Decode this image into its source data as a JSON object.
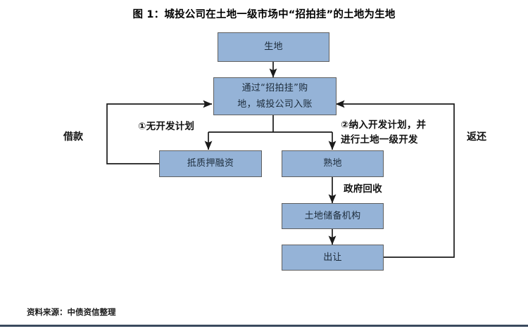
{
  "figure": {
    "title": "图 1：城投公司在土地一级市场中“招拍挂”的土地为生地",
    "source_note": "资料来源：中债资信整理",
    "box_fill": "#95b3d7",
    "box_border": "#5f5f5f",
    "line_color": "#1a1a1a"
  },
  "nodes": {
    "raw_land": "生地",
    "acquire_line1": "通过“招拍挂”购",
    "acquire_line2": "地，城投公司入账",
    "pledge_financing": "抵质押融资",
    "developed_land": "熟地",
    "land_reserve_agency": "土地储备机构",
    "transfer": "出让"
  },
  "edge_labels": {
    "branch_one": "①无开发计划",
    "branch_two_line1": "②纳入开发计划，并",
    "branch_two_line2": "进行土地一级开发",
    "government_recovery": "政府回收",
    "borrow": "借款",
    "repay": "返还"
  },
  "flow": {
    "type": "flowchart",
    "direction": "top-down",
    "edges": [
      {
        "from": "生地",
        "to": "通过“招拍挂”购地，城投公司入账",
        "label": ""
      },
      {
        "from": "通过“招拍挂”购地，城投公司入账",
        "to": "抵质押融资",
        "label": "①无开发计划"
      },
      {
        "from": "通过“招拍挂”购地，城投公司入账",
        "to": "熟地",
        "label": "②纳入开发计划，并进行土地一级开发"
      },
      {
        "from": "抵质押融资",
        "to": "通过“招拍挂”购地，城投公司入账",
        "label": "借款"
      },
      {
        "from": "熟地",
        "to": "土地储备机构",
        "label": "政府回收"
      },
      {
        "from": "土地储备机构",
        "to": "出让",
        "label": ""
      },
      {
        "from": "出让",
        "to": "通过“招拍挂”购地，城投公司入账",
        "label": "返还"
      }
    ]
  }
}
